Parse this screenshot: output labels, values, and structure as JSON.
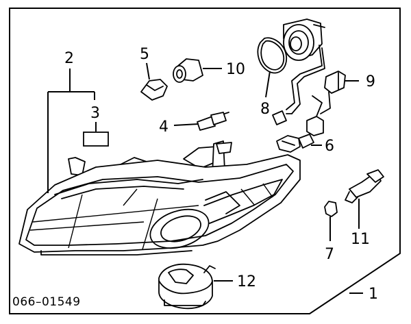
{
  "diagram": {
    "reference_code": "066–01549",
    "callouts": {
      "c1": "1",
      "c2": "2",
      "c3": "3",
      "c4": "4",
      "c5": "5",
      "c6": "6",
      "c7": "7",
      "c8": "8",
      "c9": "9",
      "c10": "10",
      "c11": "11",
      "c12": "12"
    }
  }
}
